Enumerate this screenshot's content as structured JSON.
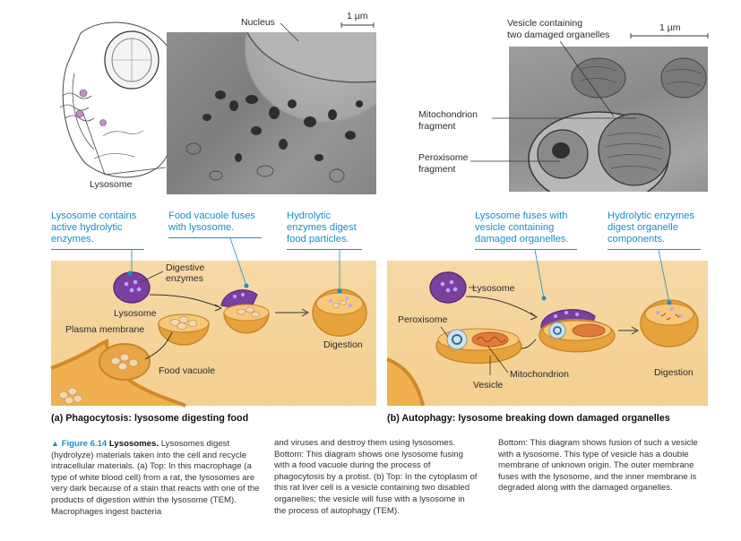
{
  "top_left": {
    "nucleus_label": "Nucleus",
    "scale_label": "1 µm",
    "lysosome_label": "Lysosome"
  },
  "top_right": {
    "vesicle_label_1": "Vesicle containing",
    "vesicle_label_2": "two damaged organelles",
    "scale_label": "1 µm",
    "mito_label_1": "Mitochondrion",
    "mito_label_2": "fragment",
    "perox_label_1": "Peroxisome",
    "perox_label_2": "fragment"
  },
  "panel_a": {
    "callout_1": [
      "Lysosome contains",
      "active hydrolytic",
      "enzymes."
    ],
    "callout_2": [
      "Food vacuole fuses",
      "with lysosome."
    ],
    "callout_3": [
      "Hydrolytic",
      "enzymes digest",
      "food particles."
    ],
    "digestive_enzymes": [
      "Digestive",
      "enzymes"
    ],
    "lysosome": "Lysosome",
    "plasma_membrane": "Plasma membrane",
    "food_vacuole": "Food vacuole",
    "digestion": "Digestion",
    "caption": "(a) Phagocytosis: lysosome digesting food"
  },
  "panel_b": {
    "callout_1": [
      "Lysosome fuses with",
      "vesicle containing",
      "damaged organelles."
    ],
    "callout_2": [
      "Hydrolytic enzymes",
      "digest organelle",
      "components."
    ],
    "lysosome": "Lysosome",
    "peroxisome": "Peroxisome",
    "vesicle": "Vesicle",
    "mitochondrion": "Mitochondrion",
    "digestion": "Digestion",
    "caption": "(b) Autophagy: lysosome breaking down damaged organelles"
  },
  "figure_caption": {
    "marker": "▲",
    "fig_label": "Figure 6.14",
    "fig_title": "Lysosomes.",
    "col1": "Lysosomes digest (hydrolyze) materials taken into the cell and recycle intracellular materials. (a) Top: In this macrophage (a type of white blood cell) from a rat, the lysosomes are very dark because of a stain that reacts with one of the products of digestion within the lysosome (TEM). Macrophages ingest bacteria",
    "col2": "and viruses and destroy them using lysosomes. Bottom: This diagram shows one lysosome fusing with a food vacuole during the process of phagocytosis by a protist. (b) Top: In the cytoplasm of this rat liver cell is a vesicle containing two disabled organelles; the vesicle will fuse with a lysosome in the process of autophagy (TEM).",
    "col3": "Bottom: This diagram shows fusion of such a vesicle with a lysosome. This type of vesicle has a double membrane of unknown origin. The outer membrane fuses with the lysosome, and the inner membrane is degraded along with the damaged organelles."
  },
  "colors": {
    "callout_blue": "#1a8fc4",
    "panel_bg": "#f4cf90",
    "lysosome_purple": "#7b3f9e",
    "vacuole_orange": "#e8a23a"
  }
}
